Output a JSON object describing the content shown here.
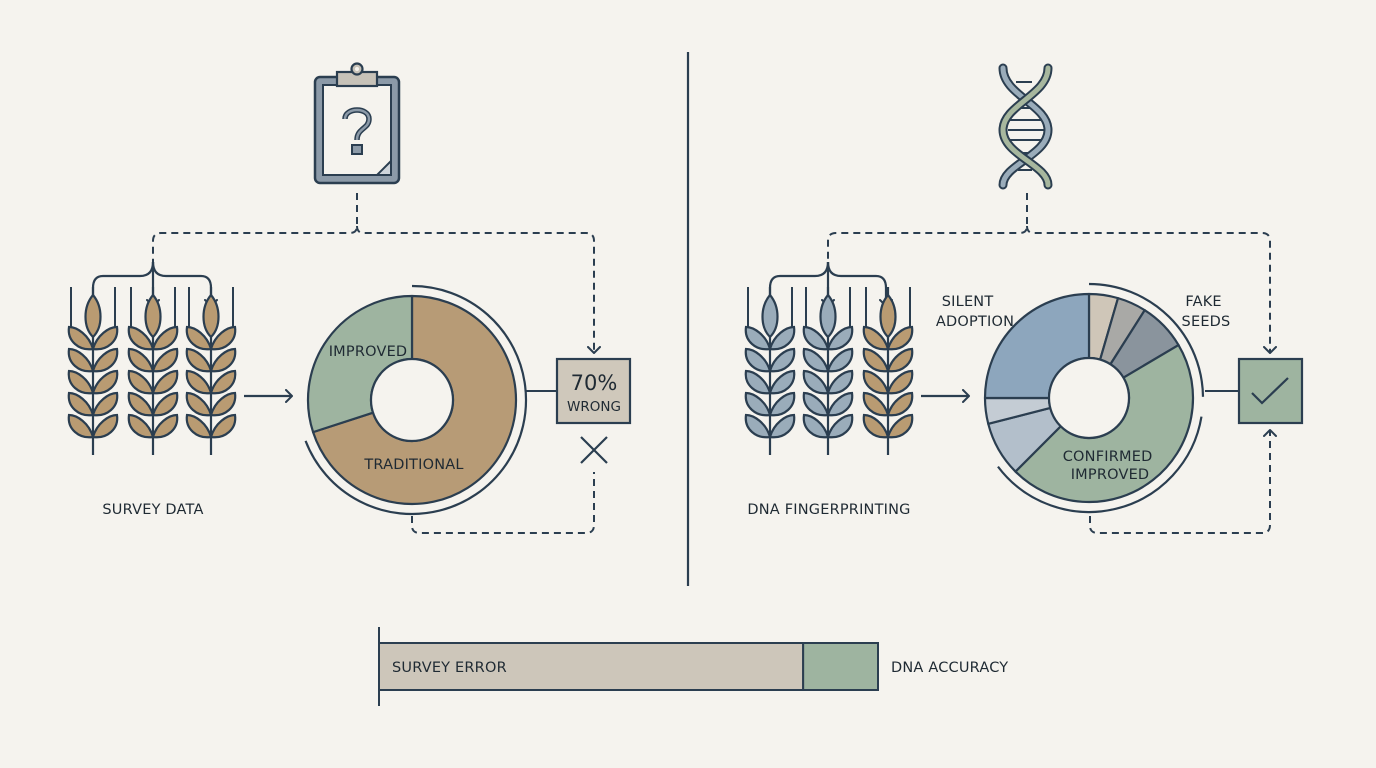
{
  "colors": {
    "background": "#f5f3ee",
    "ink": "#2b3e50",
    "wheat_brown": "#b99b72",
    "wheat_blue": "#9aacba",
    "improved_green": "#9eb4a0",
    "traditional_brown": "#b79b76",
    "wrong_box": "#cfc8bb",
    "check_box": "#9eb4a0",
    "bar_survey": "#cdc6ba",
    "bar_dna": "#9eb4a0"
  },
  "left_panel": {
    "icon": "clipboard-question-icon",
    "source_label": "SURVEY DATA",
    "wheat_colors": [
      "wheat_brown",
      "wheat_brown",
      "wheat_brown"
    ],
    "result_box": {
      "value": "70%",
      "label": "WRONG",
      "mark": "x-icon"
    }
  },
  "right_panel": {
    "icon": "dna-helix-icon",
    "source_label": "DNA FINGERPRINTING",
    "wheat_colors": [
      "wheat_blue",
      "wheat_blue",
      "wheat_brown"
    ],
    "result_box": {
      "mark": "checkmark-icon"
    },
    "annotations": {
      "silent_adoption": "SILENT ADOPTION",
      "fake_seeds": "FAKE SEEDS"
    }
  },
  "chart_data": [
    {
      "type": "pie",
      "title": "Survey data classification",
      "donut": true,
      "start": "top",
      "direction": "clockwise",
      "slices": [
        {
          "label": "TRADITIONAL",
          "value": 70,
          "color": "#b79b76"
        },
        {
          "label": "IMPROVED",
          "value": 30,
          "color": "#9eb4a0"
        }
      ]
    },
    {
      "type": "pie",
      "title": "DNA fingerprinting classification",
      "donut": true,
      "start": "top",
      "direction": "clockwise",
      "slices": [
        {
          "label": "Fake seeds (a)",
          "value": 4.5,
          "color": "#cfc6b8",
          "group": "FAKE SEEDS"
        },
        {
          "label": "Fake seeds (b)",
          "value": 4.5,
          "color": "#a9a9a6",
          "group": "FAKE SEEDS"
        },
        {
          "label": "Fake seeds (c)",
          "value": 7.5,
          "color": "#8a949d",
          "group": "FAKE SEEDS"
        },
        {
          "label": "CONFIRMED IMPROVED",
          "value": 46,
          "color": "#9eb4a0"
        },
        {
          "label": "Silent adoption (c)",
          "value": 8.5,
          "color": "#b3bfcb",
          "group": "SILENT ADOPTION"
        },
        {
          "label": "Silent adoption (b)",
          "value": 4,
          "color": "#c4ccd4",
          "group": "SILENT ADOPTION"
        },
        {
          "label": "Silent adoption (a)",
          "value": 25,
          "color": "#8da6bd",
          "group": "SILENT ADOPTION"
        }
      ]
    },
    {
      "type": "bar",
      "orientation": "horizontal-stacked",
      "categories": [
        "SURVEY ERROR",
        "DNA ACCURACY"
      ],
      "values": [
        85,
        15
      ],
      "colors": [
        "#cdc6ba",
        "#9eb4a0"
      ],
      "unit": "%"
    }
  ]
}
